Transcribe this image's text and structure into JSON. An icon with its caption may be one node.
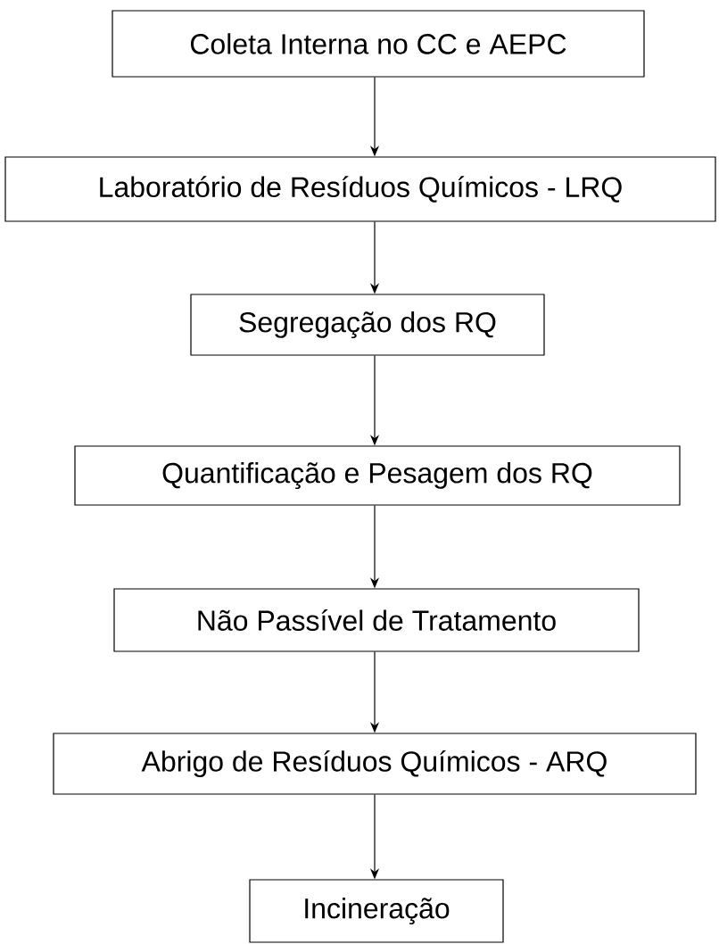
{
  "diagram": {
    "nodes": [
      {
        "text": [
          "Coleta Interna no CC e AEPC"
        ]
      },
      {
        "text": [
          "Laboratório de Resíduos Químicos - LRQ"
        ]
      },
      {
        "text": [
          "Segregação dos RQ"
        ]
      },
      {
        "text": [
          "Quantificação e Pesagem dos RQ"
        ]
      },
      {
        "text": [
          "Não Passível de Tratamento"
        ]
      },
      {
        "text": [
          "Abrigo de Resíduos Químicos - ARQ"
        ]
      },
      {
        "text": [
          "Incineração"
        ]
      }
    ],
    "edges": [
      {
        "from": 0,
        "to": 1,
        "arrow": "to"
      },
      {
        "from": 1,
        "to": 2,
        "arrow": "to"
      },
      {
        "from": 2,
        "to": 3,
        "arrow": "to"
      },
      {
        "from": 3,
        "to": 4,
        "arrow": "to"
      },
      {
        "from": 4,
        "to": 5,
        "arrow": "to"
      },
      {
        "from": 5,
        "to": 6,
        "arrow": "to"
      }
    ]
  }
}
